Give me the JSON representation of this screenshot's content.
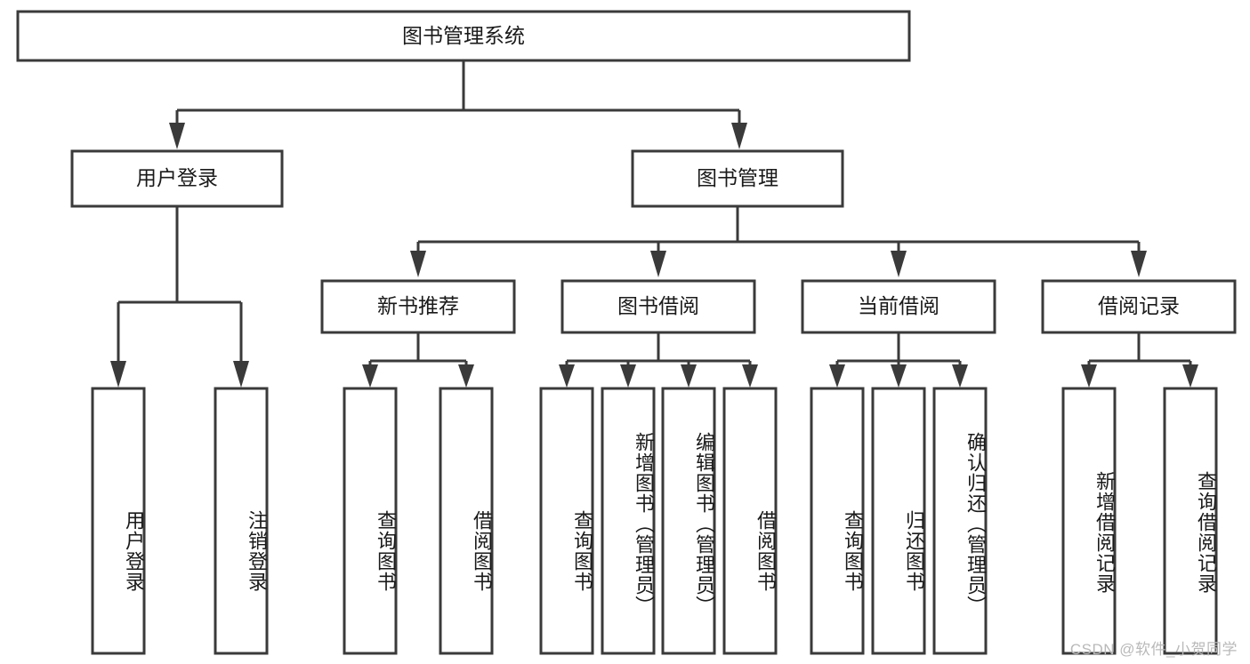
{
  "diagram": {
    "type": "tree-hierarchy",
    "title": "图书管理系统",
    "watermark": "CSDN @软件_小贺同学",
    "colors": {
      "background": "#ffffff",
      "box_fill": "#ffffff",
      "box_stroke": "#3a3a3a",
      "connector": "#3a3a3a",
      "text": "#1a1a1a",
      "watermark": "#b9b9b9"
    },
    "root": {
      "label": "图书管理系统"
    },
    "level1": [
      {
        "label": "用户登录"
      },
      {
        "label": "图书管理"
      }
    ],
    "level2": [
      {
        "label": "新书推荐"
      },
      {
        "label": "图书借阅"
      },
      {
        "label": "当前借阅"
      },
      {
        "label": "借阅记录"
      }
    ],
    "leaves": {
      "user_login": [
        {
          "label": "用户登录"
        },
        {
          "label": "注销登录"
        }
      ],
      "new_book_recommend": [
        {
          "label": "查询图书"
        },
        {
          "label": "借阅图书"
        }
      ],
      "book_borrow": [
        {
          "label": "查询图书"
        },
        {
          "label": "新增图书（管理员）"
        },
        {
          "label": "编辑图书（管理员）"
        },
        {
          "label": "借阅图书"
        }
      ],
      "current_borrow": [
        {
          "label": "查询图书"
        },
        {
          "label": "归还图书"
        },
        {
          "label": "确认归还（管理员）"
        }
      ],
      "borrow_record": [
        {
          "label": "新增借阅记录"
        },
        {
          "label": "查询借阅记录"
        }
      ]
    }
  }
}
